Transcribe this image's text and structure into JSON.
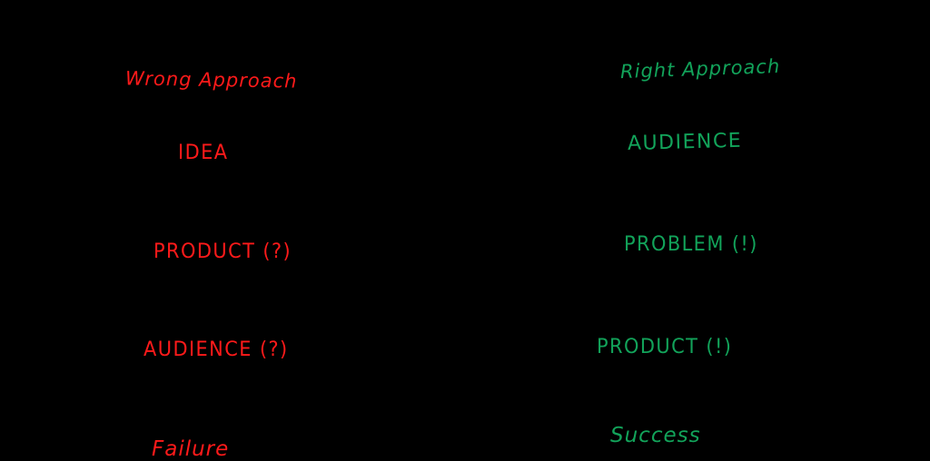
{
  "colors": {
    "background": "#000000",
    "wrong": "#ff1a1a",
    "right": "#12a35a"
  },
  "wrong_approach": {
    "heading": "Wrong Approach",
    "steps": [
      "IDEA",
      "PRODUCT (?)",
      "AUDIENCE (?)"
    ],
    "outcome": "Failure"
  },
  "right_approach": {
    "heading": "Right Approach",
    "steps": [
      "AUDIENCE",
      "PROBLEM (!)",
      "PRODUCT (!)"
    ],
    "outcome": "Success"
  }
}
